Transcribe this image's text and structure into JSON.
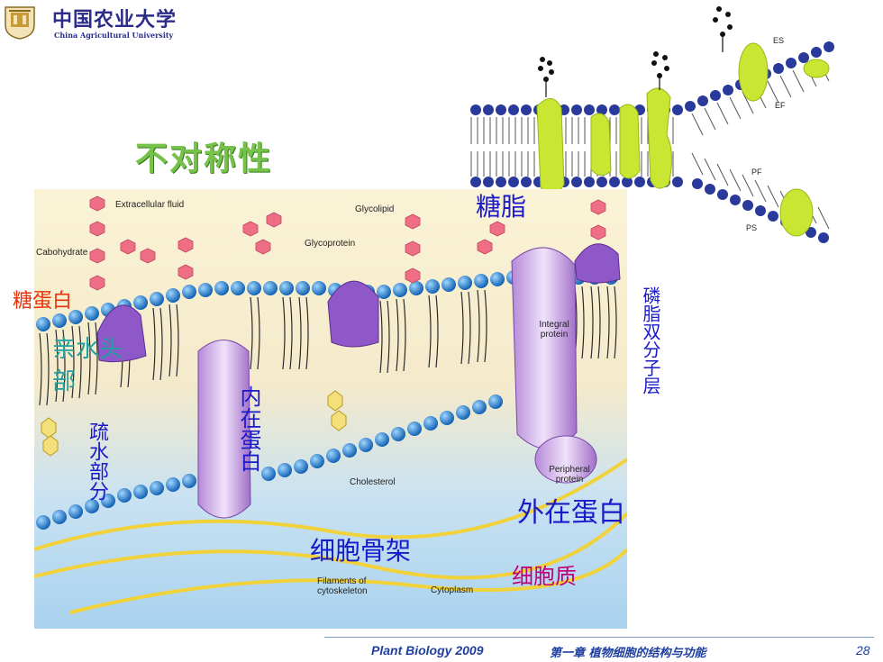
{
  "header": {
    "university_cn": "中国农业大学",
    "university_en": "China Agricultural University"
  },
  "title": "不对称性",
  "figure_labels_en": {
    "extracellular_fluid": "Extracellular fluid",
    "carbohydrate": "Cabohydrate",
    "glycolipid": "Glycolipid",
    "glycoprotein": "Glycoprotein",
    "integral_protein": "Integral protein",
    "peripheral_protein": "Peripheral protein",
    "cholesterol": "Cholesterol",
    "filaments": "Filaments of cytoskeleton",
    "cytoplasm": "Cytoplasm"
  },
  "diagram_labels": {
    "es": "ES",
    "ef": "EF",
    "pf": "PF",
    "ps": "PS"
  },
  "annotations": {
    "glycoprotein": "糖蛋白",
    "hydrophilic_head": "亲水头部",
    "hydrophobic_part": "疏水部分",
    "intrinsic_protein": "内在蛋白",
    "glycolipid": "糖脂",
    "phospholipid_bilayer": "磷脂双分子层",
    "extrinsic_protein": "外在蛋白",
    "cytoskeleton": "细胞骨架",
    "cytoplasm": "细胞质"
  },
  "colors": {
    "title": "#77c24a",
    "annotation_blue": "#1a1ac8",
    "annotation_red": "#e8320a",
    "annotation_purple": "#c0007a",
    "annotation_teal": "#20a0a0",
    "footer": "#2040a0"
  },
  "footer": {
    "course": "Plant Biology  2009",
    "chapter": "第一章 植物细胞的结构与功能",
    "page": "28"
  }
}
